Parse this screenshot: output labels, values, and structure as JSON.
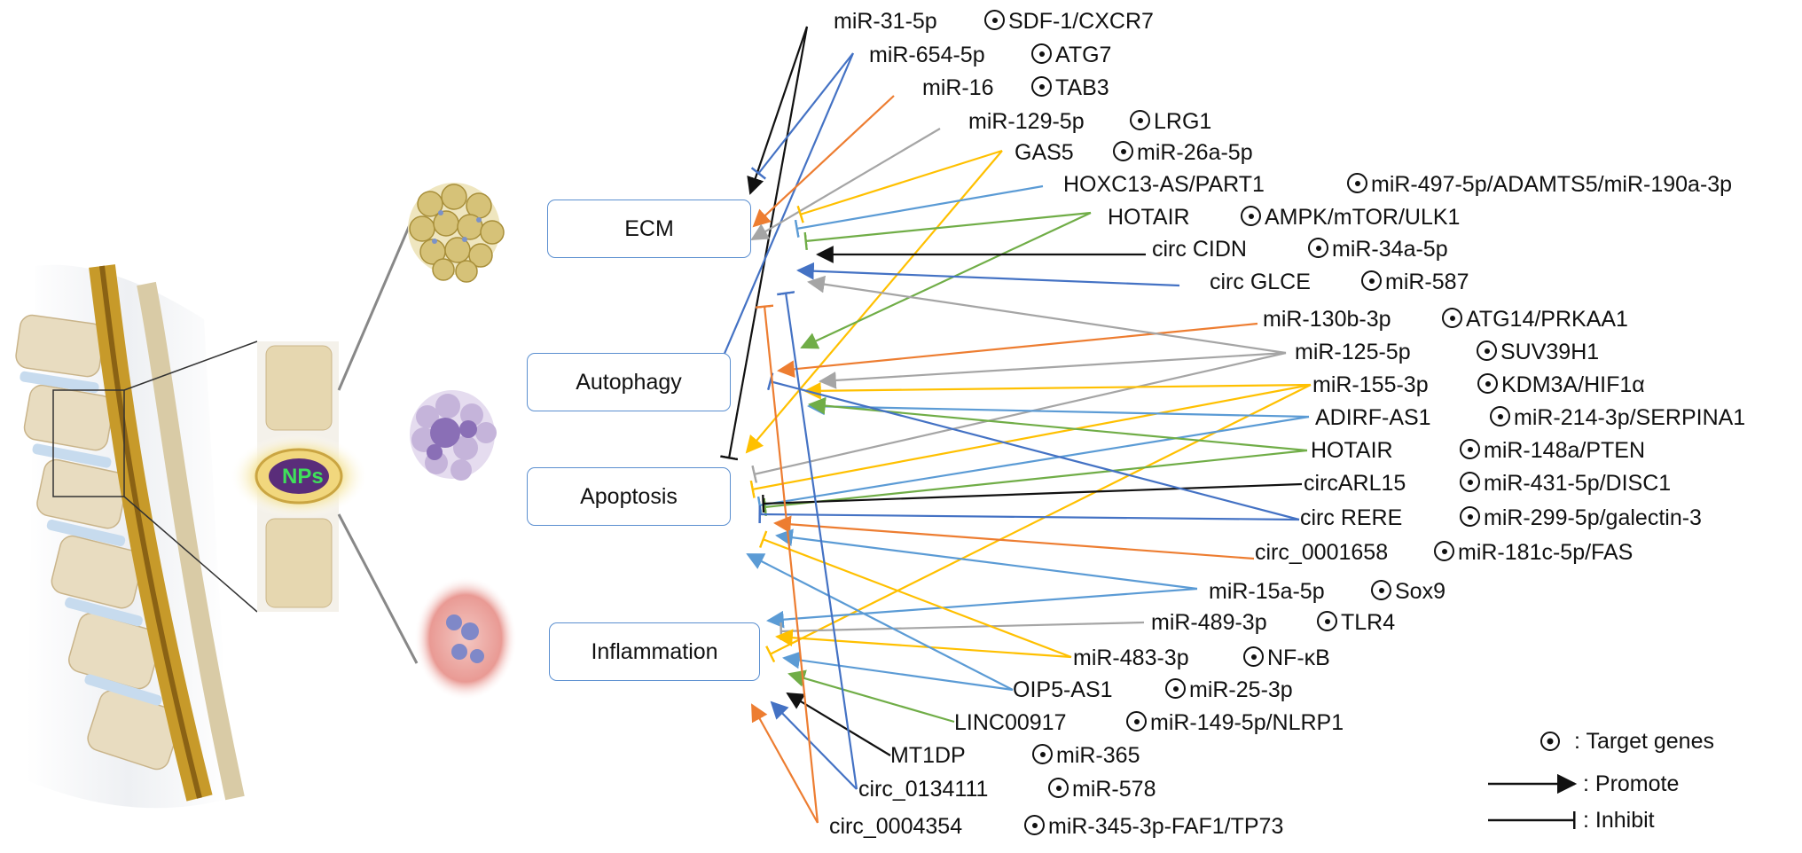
{
  "colors": {
    "black": "#111111",
    "blue": "#4472c4",
    "orange": "#ed7d31",
    "gray": "#a5a5a5",
    "yellow": "#ffc000",
    "lightblue": "#5b9bd5",
    "green": "#70ad47",
    "box_border": "#5b8fd0",
    "np_purple": "#5a2d7a",
    "np_text": "#3fe15a"
  },
  "anatomy": {
    "np_label": "NPs"
  },
  "outcomes": [
    {
      "id": "ecm",
      "label": "ECM"
    },
    {
      "id": "autophagy",
      "label": "Autophagy"
    },
    {
      "id": "apoptosis",
      "label": "Apoptosis"
    },
    {
      "id": "inflammation",
      "label": "Inflammation"
    }
  ],
  "regulators": [
    {
      "name": "miR-31-5p",
      "target": "SDF-1/CXCR7"
    },
    {
      "name": "miR-654-5p",
      "target": "ATG7"
    },
    {
      "name": "miR-16",
      "target": "TAB3"
    },
    {
      "name": "miR-129-5p",
      "target": "LRG1"
    },
    {
      "name": "GAS5",
      "target": "miR-26a-5p"
    },
    {
      "name": "HOXC13-AS/PART1",
      "target": "miR-497-5p/ADAMTS5/miR-190a-3p"
    },
    {
      "name": "HOTAIR",
      "target": "AMPK/mTOR/ULK1"
    },
    {
      "name": "circ CIDN",
      "target": "miR-34a-5p"
    },
    {
      "name": "circ GLCE",
      "target": "miR-587"
    },
    {
      "name": "miR-130b-3p",
      "target": "ATG14/PRKAA1"
    },
    {
      "name": "miR-125-5p",
      "target": "SUV39H1"
    },
    {
      "name": "miR-155-3p",
      "target": "KDM3A/HIF1α"
    },
    {
      "name": "ADIRF-AS1",
      "target": "miR-214-3p/SERPINA1"
    },
    {
      "name": "HOTAIR",
      "target": "miR-148a/PTEN"
    },
    {
      "name": "circARL15",
      "target": "miR-431-5p/DISC1"
    },
    {
      "name": "circ RERE",
      "target": "miR-299-5p/galectin-3"
    },
    {
      "name": "circ_0001658",
      "target": "miR-181c-5p/FAS"
    },
    {
      "name": "miR-15a-5p",
      "target": "Sox9"
    },
    {
      "name": "miR-489-3p",
      "target": "TLR4"
    },
    {
      "name": "miR-483-3p",
      "target": "NF-κB"
    },
    {
      "name": "OIP5-AS1",
      "target": "miR-25-3p"
    },
    {
      "name": "LINC00917",
      "target": "miR-149-5p/NLRP1"
    },
    {
      "name": "MT1DP",
      "target": "miR-365"
    },
    {
      "name": "circ_0134111",
      "target": "miR-578"
    },
    {
      "name": "circ_0004354",
      "target": "miR-345-3p-FAF1/TP73"
    }
  ],
  "legend": {
    "target_label": ": Target genes",
    "promote_label": ": Promote",
    "inhibit_label": ": Inhibit"
  }
}
